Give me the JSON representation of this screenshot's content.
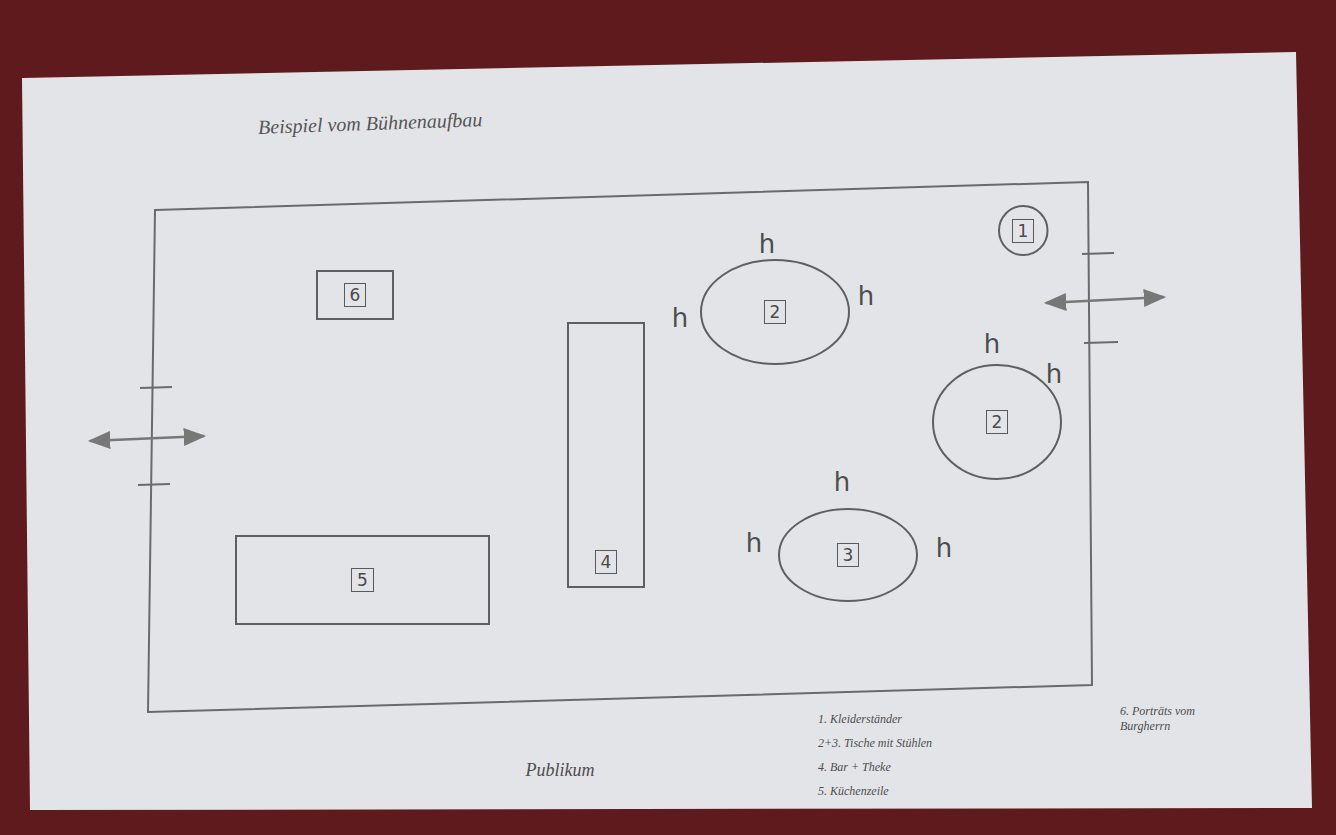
{
  "diagram": {
    "title": "Beispiel vom Bühnenaufbau",
    "nodes": [
      {
        "text": [
          "1"
        ]
      },
      {
        "text": [
          "2"
        ]
      },
      {
        "text": [
          "6"
        ]
      },
      {
        "text": [
          "4"
        ]
      },
      {
        "text": [
          "2"
        ]
      },
      {
        "text": [
          "3"
        ]
      },
      {
        "text": [
          "5"
        ]
      }
    ],
    "labels": [
      "h",
      "h",
      "h",
      "h",
      "h",
      "h",
      "h",
      "h",
      "Publikum",
      "1. Kleiderständer",
      "2+3. Tische mit Stühlen",
      "4. Bar + Theke",
      "5. Küchenzeile",
      "6. Porträts vom Burgherrn"
    ]
  }
}
